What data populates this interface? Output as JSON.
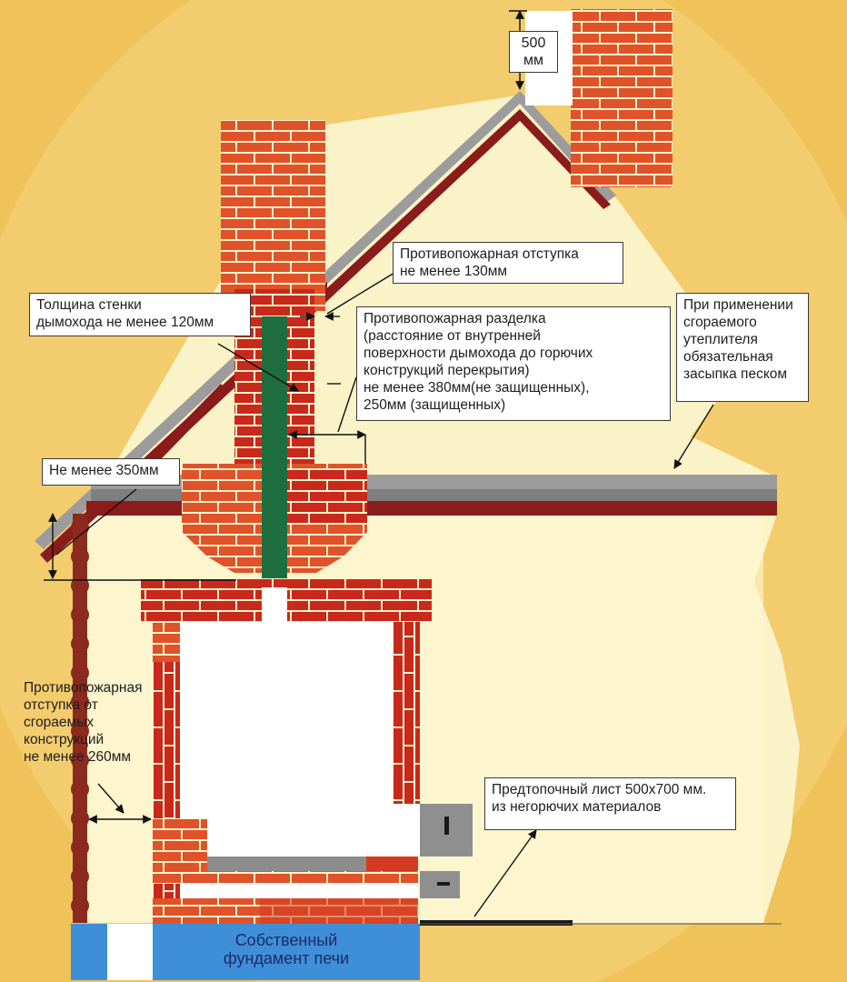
{
  "colors": {
    "background": "#f0c25a",
    "house_wall": "#fbf3c8",
    "brick": "#e0522a",
    "brick_dark": "#c22a1a",
    "chimney_flue": "#1f6e3e",
    "roof_grey": "#9a9a9a",
    "roof_red": "#8a1c1c",
    "foundation": "#3f8fd8",
    "log_wall": "#8b2a1e"
  },
  "labels": {
    "height_500": "500\nмм",
    "offset_130": "Противопожарная отступка\nне менее 130мм",
    "wall_thickness": "Толщина стенки\nдымохода не менее 120мм",
    "separation": "Противопожарная разделка\n(расстояние от внутренней\nповерхности дымохода до горючих\nконструкций перекрытия)\nне менее 380мм(не защищенных),\n250мм (защищенных)",
    "sand_fill": "При применении\nсгораемого\nутеплителя\nобязательная\nзасыпка песком",
    "min_350": "Не менее 350мм",
    "offset_260": "Противопожарная\nотступка от\nсгораемых\nконструкций\nне менее 260мм",
    "pre_furnace_sheet": "Предтопочный лист 500х700 мм.\nиз негорючих материалов",
    "foundation": "Собственный\nфундамент печи"
  },
  "icons": [
    "log-wall",
    "door-icon",
    "ash-door-icon"
  ]
}
